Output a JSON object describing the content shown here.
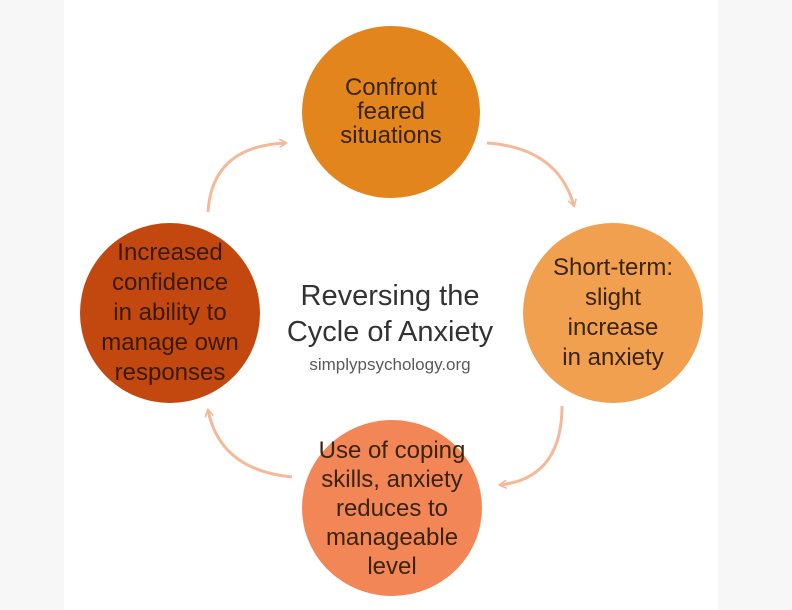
{
  "title_line1": "Reversing the",
  "title_line2": "Cycle of Anxiety",
  "source": "simplypsychology.org",
  "steps": [
    {
      "text": "Confront\nfeared\nsituations"
    },
    {
      "text": "Short-term:\nslight\nincrease\nin anxiety"
    },
    {
      "text": "Use of coping\nskills, anxiety\nreduces to\nmanageable\nlevel"
    },
    {
      "text": "Increased\nconfidence\nin ability to\nmanage own\nresponses"
    }
  ],
  "colors": {
    "step1": "#e2851c",
    "step2": "#f0a04e",
    "step3": "#f28656",
    "step4": "#c3480f",
    "arrow": "#f5b99a"
  }
}
